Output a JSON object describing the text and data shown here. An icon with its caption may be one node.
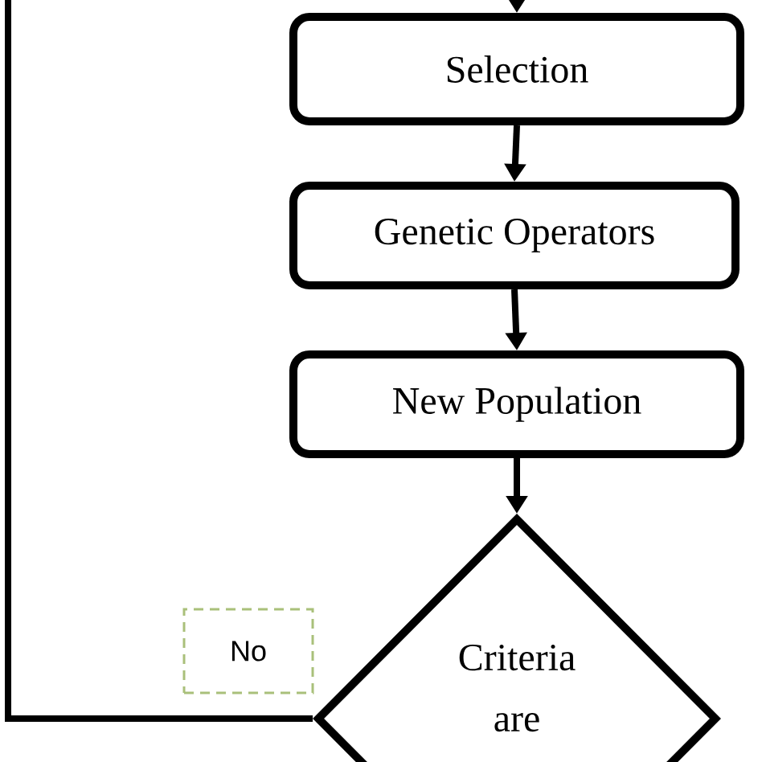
{
  "diagram": {
    "nodes": [
      {
        "text": [
          "Selection"
        ]
      },
      {
        "text": [
          "Genetic Operators"
        ]
      },
      {
        "text": [
          "New Population"
        ]
      },
      {
        "text": [
          "Criteria are"
        ]
      }
    ],
    "edges": [
      {
        "from": null,
        "to": 0,
        "arrow": "to"
      },
      {
        "from": 0,
        "to": 1,
        "arrow": "to"
      },
      {
        "from": 1,
        "to": 2,
        "arrow": "to"
      },
      {
        "from": 2,
        "to": 3,
        "arrow": "to"
      },
      {
        "from": 3,
        "to": null,
        "arrow": "none",
        "label": "No"
      }
    ]
  }
}
